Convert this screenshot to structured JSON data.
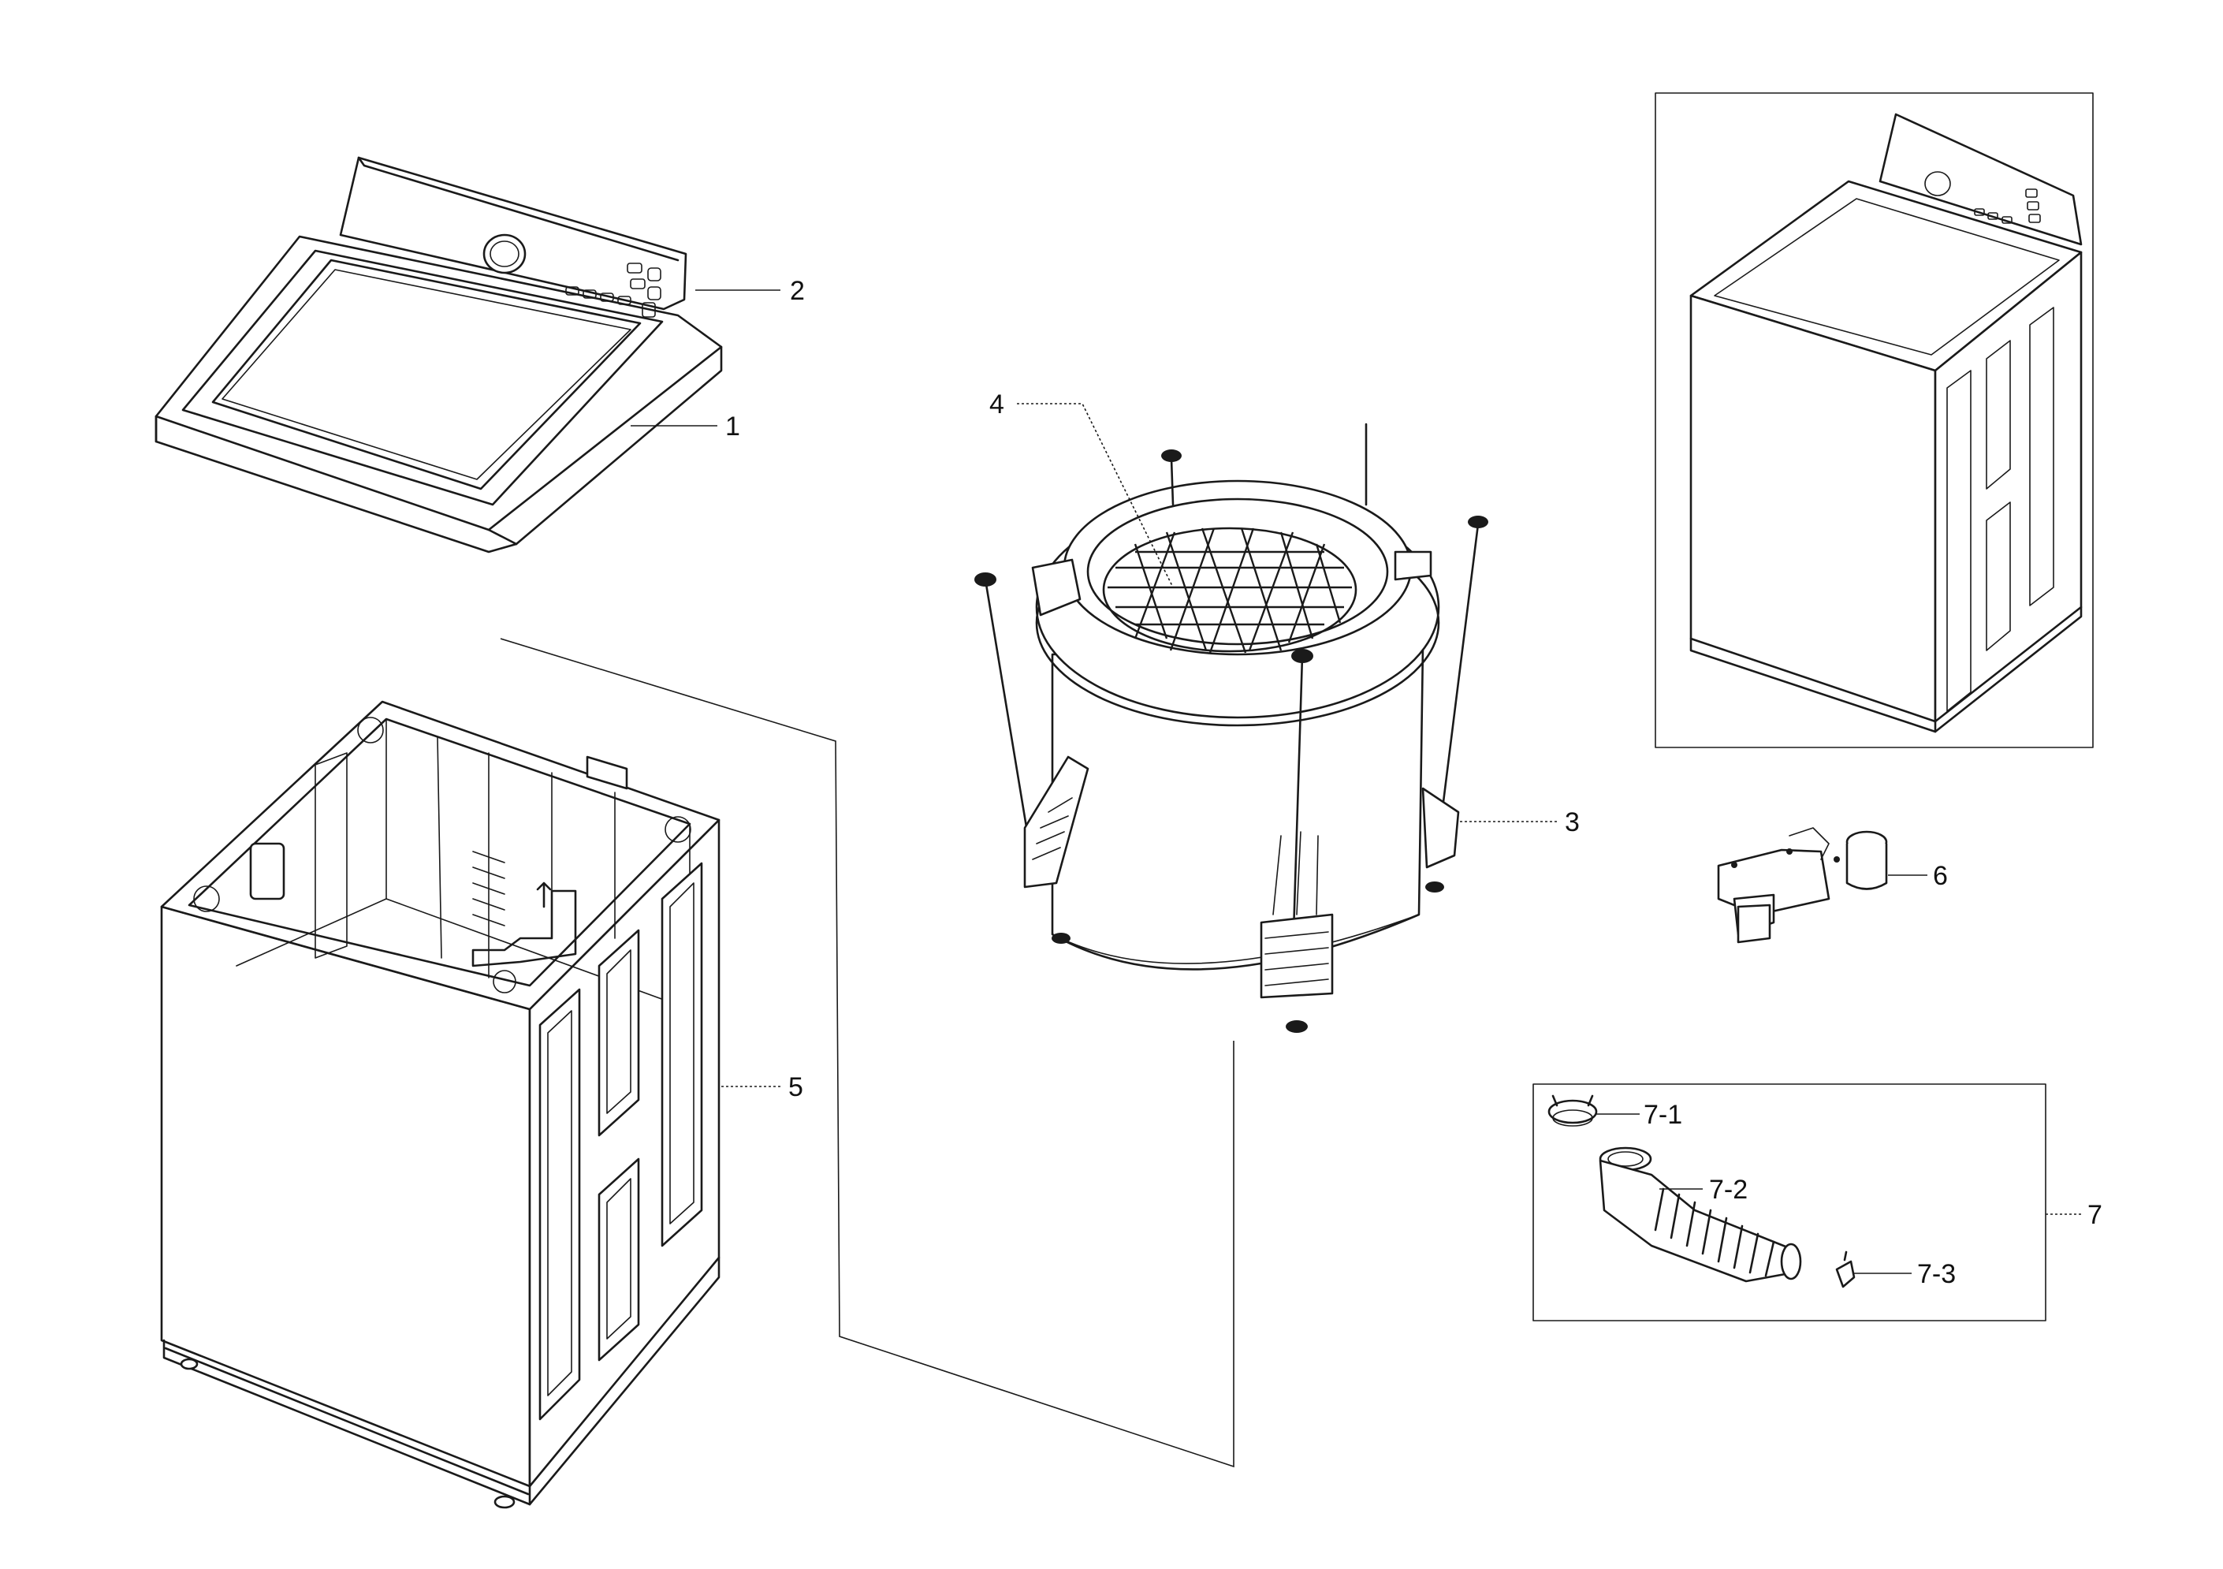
{
  "callouts": [
    {
      "id": "1",
      "text": "1"
    },
    {
      "id": "2",
      "text": "2"
    },
    {
      "id": "3",
      "text": "3"
    },
    {
      "id": "4",
      "text": "4"
    },
    {
      "id": "5",
      "text": "5"
    },
    {
      "id": "6",
      "text": "6"
    },
    {
      "id": "7",
      "text": "7"
    },
    {
      "id": "7-1",
      "text": "7-1"
    },
    {
      "id": "7-2",
      "text": "7-2"
    },
    {
      "id": "7-3",
      "text": "7-3"
    }
  ],
  "parts": [
    {
      "callout": "1",
      "icon": "top-cover-assembly-drawing"
    },
    {
      "callout": "2",
      "icon": "control-panel-drawing"
    },
    {
      "callout": "3",
      "icon": "tub-assembly-drawing"
    },
    {
      "callout": "4",
      "icon": "pulsator-drum-drawing"
    },
    {
      "callout": "5",
      "icon": "cabinet-frame-drawing"
    },
    {
      "callout": "6",
      "icon": "drain-pump-drawing"
    },
    {
      "callout": "7",
      "icon": "drain-hose-kit-drawing"
    },
    {
      "callout": "7-1",
      "icon": "hose-clamp-drawing"
    },
    {
      "callout": "7-2",
      "icon": "bellows-hose-drawing"
    },
    {
      "callout": "7-3",
      "icon": "small-clip-drawing"
    }
  ],
  "colors": {
    "line": "#1a1a1a",
    "background": "#ffffff"
  }
}
